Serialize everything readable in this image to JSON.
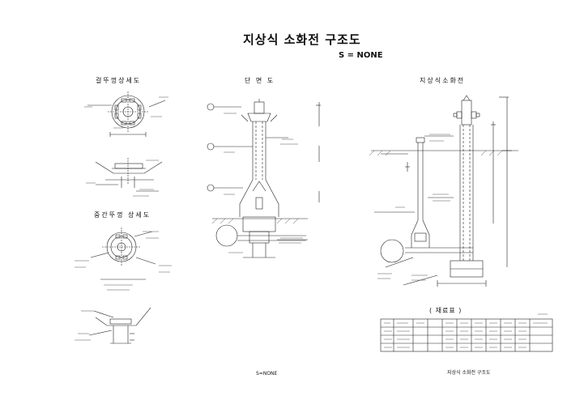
{
  "drawing": {
    "title": "지상식 소화전 구조도",
    "scale": "S = NONE",
    "sections": {
      "upper_detail": "걸뚜껑상세도",
      "middle_detail": "중간뚜껑 상세도",
      "cross_section": "단 면 도",
      "hydrant": "지상식소화전"
    },
    "material_table_title": "( 재료표 )",
    "footer": {
      "scale": "S=NONE",
      "title": "지상식 소화전 구조도"
    }
  }
}
